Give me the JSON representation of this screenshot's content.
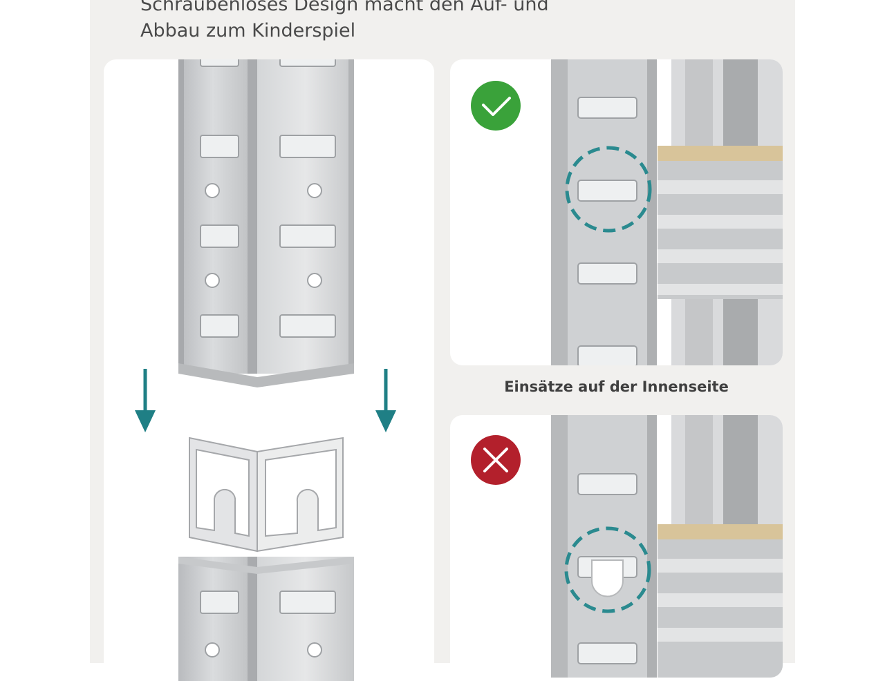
{
  "headline": {
    "line1": "Schraubenloses Design macht den Auf- und",
    "line2": "Abbau zum Kinderspiel"
  },
  "caption": "Einsätze auf der Innenseite",
  "icons": {
    "correct": "checkmark-icon",
    "wrong": "cross-icon",
    "arrows": "arrow-down-icon"
  },
  "colors": {
    "background": "#f1f0ee",
    "correct": "#3aa23a",
    "wrong": "#b3202c",
    "arrow": "#1f7f85",
    "highlight": "#2a8a8f",
    "steel": "#c9cbcd",
    "board": "#d8c49a"
  }
}
